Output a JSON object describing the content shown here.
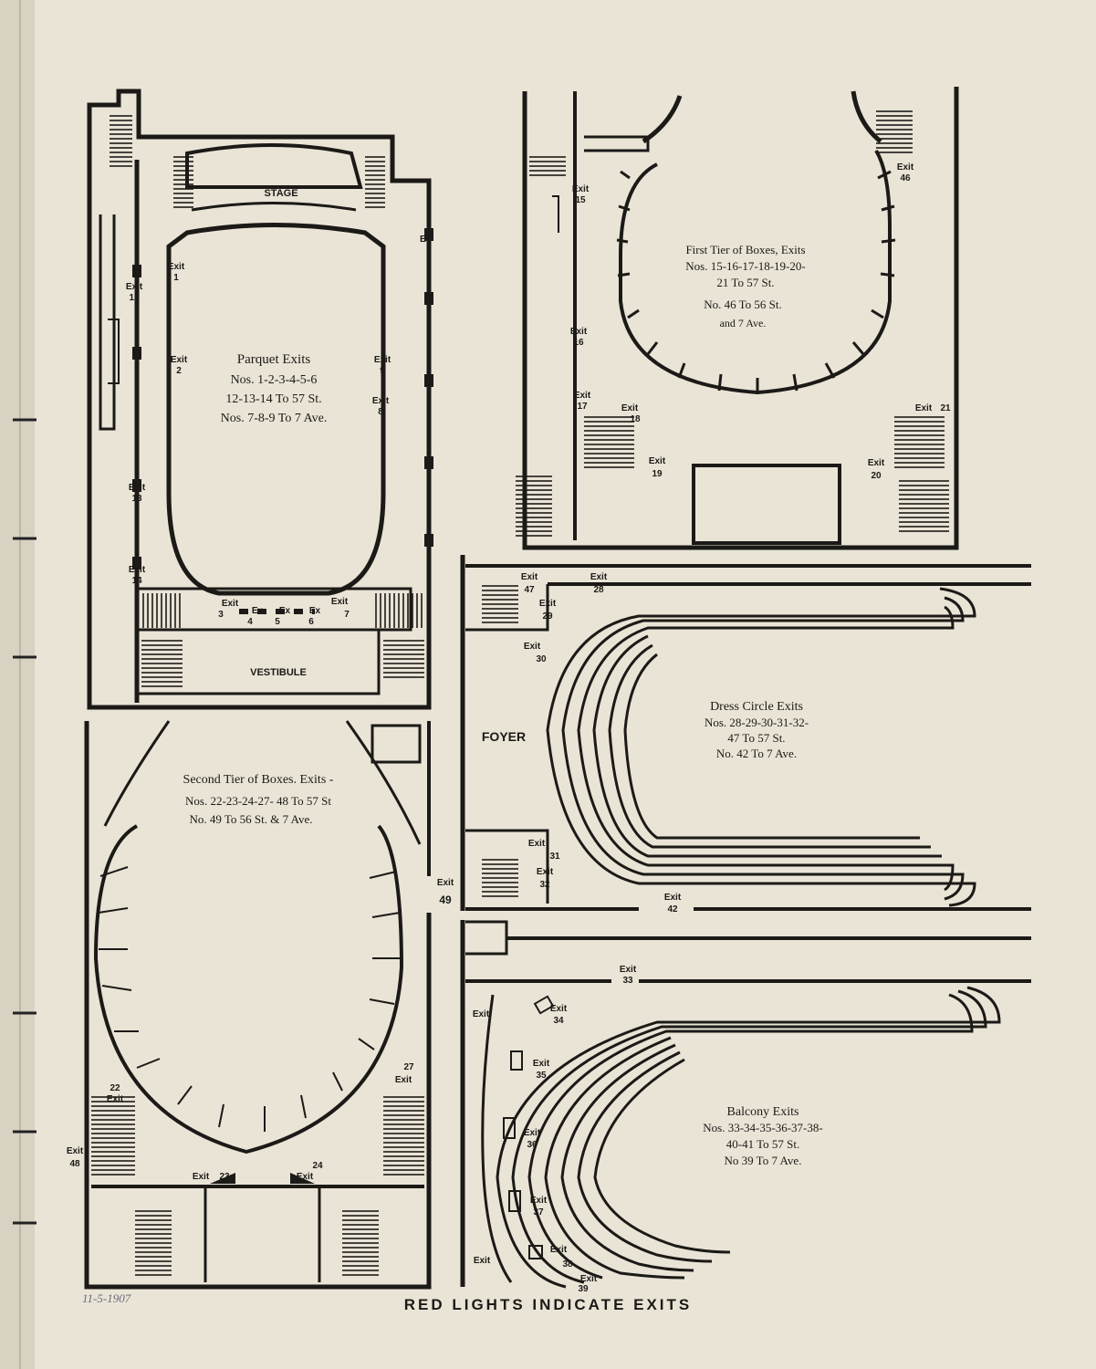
{
  "footer": "RED LIGHTS INDICATE EXITS",
  "pencil_note": "11-5-1907",
  "parquet": {
    "stage": "STAGE",
    "vestibule": "VESTIBULE",
    "title": [
      "Parquet Exits",
      "Nos. 1-2-3-4-5-6",
      "12-13-14 To 57 St.",
      "Nos. 7-8-9 To 7 Ave."
    ],
    "exits": [
      {
        "word": "Exit",
        "num": "1"
      },
      {
        "word": "Exit",
        "num": "12"
      },
      {
        "word": "Exit",
        "num": "2"
      },
      {
        "word": "Exit",
        "num": "9"
      },
      {
        "word": "Exit",
        "num": "8"
      },
      {
        "word": "Exit",
        "num": "13"
      },
      {
        "word": "Exit",
        "num": "14"
      },
      {
        "word": "Exit",
        "num": "3"
      },
      {
        "word": "Ex",
        "num": "4"
      },
      {
        "word": "Ex",
        "num": "5"
      },
      {
        "word": "Ex",
        "num": "6"
      },
      {
        "word": "Exit",
        "num": "7"
      }
    ],
    "e_mark": "E"
  },
  "first_tier": {
    "title": [
      "First Tier of Boxes, Exits",
      "Nos. 15-16-17-18-19-20-",
      "21 To 57 St.",
      "No. 46 To 56 St.",
      "and 7 Ave."
    ],
    "exits": [
      {
        "word": "Exit",
        "num": "15"
      },
      {
        "word": "Exit",
        "num": "46"
      },
      {
        "word": "Exit",
        "num": "16"
      },
      {
        "word": "Exit",
        "num": "17"
      },
      {
        "word": "Exit",
        "num": "18"
      },
      {
        "word": "Exit",
        "num": "21"
      },
      {
        "word": "Exit",
        "num": "19"
      },
      {
        "word": "Exit",
        "num": "20"
      }
    ]
  },
  "dress_circle": {
    "foyer": "FOYER",
    "title": [
      "Dress Circle Exits",
      "Nos. 28-29-30-31-32-",
      "47 To 57 St.",
      "No. 42 To 7 Ave."
    ],
    "exits": [
      {
        "word": "Exit",
        "num": "47"
      },
      {
        "word": "Exit",
        "num": "28"
      },
      {
        "word": "Exit",
        "num": "29"
      },
      {
        "word": "Exit",
        "num": "30"
      },
      {
        "word": "Exit",
        "num": "31"
      },
      {
        "word": "Exit",
        "num": "32"
      },
      {
        "word": "Exit",
        "num": "42"
      }
    ]
  },
  "second_tier": {
    "title": [
      "Second Tier of Boxes. Exits -",
      "Nos. 22-23-24-27- 48 To 57 St",
      "No. 49 To 56 St. & 7 Ave."
    ],
    "exits": [
      {
        "word": "Exit",
        "num": "49"
      },
      {
        "word": "Exit",
        "num": "22"
      },
      {
        "word": "Exit",
        "num": "27"
      },
      {
        "word": "Exit",
        "num": "48"
      },
      {
        "word": "Exit",
        "num": "23"
      },
      {
        "word": "Exit",
        "num": "24"
      }
    ]
  },
  "balcony": {
    "title": [
      "Balcony Exits",
      "Nos. 33-34-35-36-37-38-",
      "40-41 To 57 St.",
      "No 39 To 7 Ave."
    ],
    "exits": [
      {
        "word": "Exit",
        "num": "33"
      },
      {
        "word": "Exit",
        "num": ""
      },
      {
        "word": "Exit",
        "num": "34"
      },
      {
        "word": "Exit",
        "num": "35"
      },
      {
        "word": "Exit",
        "num": "36"
      },
      {
        "word": "Exit",
        "num": "37"
      },
      {
        "word": "Exit",
        "num": "38"
      },
      {
        "word": "Exit",
        "num": "39"
      },
      {
        "word": "Exit",
        "num": ""
      }
    ]
  }
}
